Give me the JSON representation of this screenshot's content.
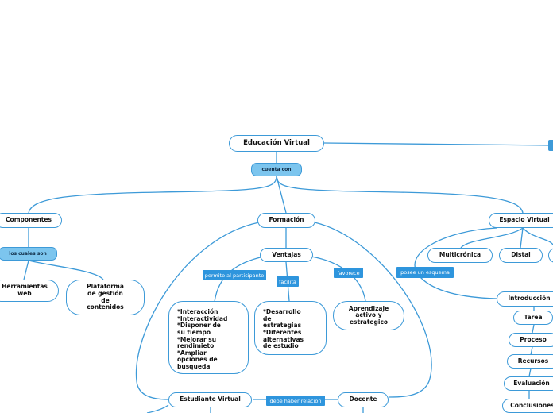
{
  "nodes": {
    "root": "Educación Virtual",
    "cuenta_con": "cuenta con",
    "componentes": "Componentes",
    "formacion": "Formación",
    "espacio_virtual": "Espacio Virtual",
    "los_cuales_son": "los cuales son",
    "herramientas_web": "Herramientas\nweb",
    "plataforma": "Plataforma\nde gestión\nde\ncontenidos",
    "ventajas": "Ventajas",
    "interaccion": "*Interacción\n*Interactividad\n*Disponer de\nsu tiempo\n*Mejorar su\nrendimieto\n*Ampliar\nopciones de\nbusqueda",
    "desarrollo": "*Desarrollo\nde\nestrategias\n*Diferentes\nalternativas\nde estudio",
    "aprendizaje": "Aprendizaje\nactivo y\nestrategico",
    "multicronica": "Multicrónica",
    "distal": "Distal",
    "introduccion": "Introducción",
    "tarea": "Tarea",
    "proceso": "Proceso",
    "recursos": "Recursos",
    "evaluacion": "Evaluación",
    "conclusiones": "Conclusiones",
    "estudiante_virtual": "Estudiante Virtual",
    "docente": "Docente"
  },
  "tags": {
    "permite": "permite al participante",
    "facilita": "facilita",
    "favorece": "favorece",
    "posee": "posee un esquema",
    "debe_haber": "debe haber relación"
  },
  "colors": {
    "line": "#3d9ad8",
    "pill": "#7cc5ee",
    "tag": "#2e95dd",
    "node_border": "#3d9ad8"
  }
}
